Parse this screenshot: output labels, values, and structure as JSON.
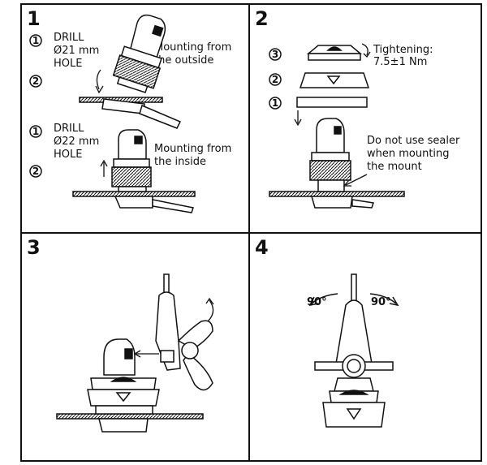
{
  "panels": [
    {
      "number": "1",
      "steps": [
        {
          "marker": "1",
          "lines": [
            "DRILL",
            "Ø21 mm",
            "HOLE"
          ]
        },
        {
          "marker": "2"
        },
        {
          "marker": "1",
          "lines": [
            "DRILL",
            "Ø22 mm",
            "HOLE"
          ]
        },
        {
          "marker": "2"
        }
      ],
      "captions": [
        [
          "Mounting from",
          "the outside"
        ],
        [
          "Mounting from",
          "the inside"
        ]
      ]
    },
    {
      "number": "2",
      "part_markers": [
        "3",
        "2",
        "1"
      ],
      "tightening": [
        "Tightening:",
        "7.5±1 Nm"
      ],
      "sealer_note": [
        "Do not use sealer",
        "when mounting",
        "the mount"
      ]
    },
    {
      "number": "3"
    },
    {
      "number": "4",
      "angles": [
        "90°",
        "90°"
      ]
    }
  ],
  "colors": {
    "line": "#111111",
    "background": "#ffffff",
    "fill": "#3a3a3a"
  }
}
